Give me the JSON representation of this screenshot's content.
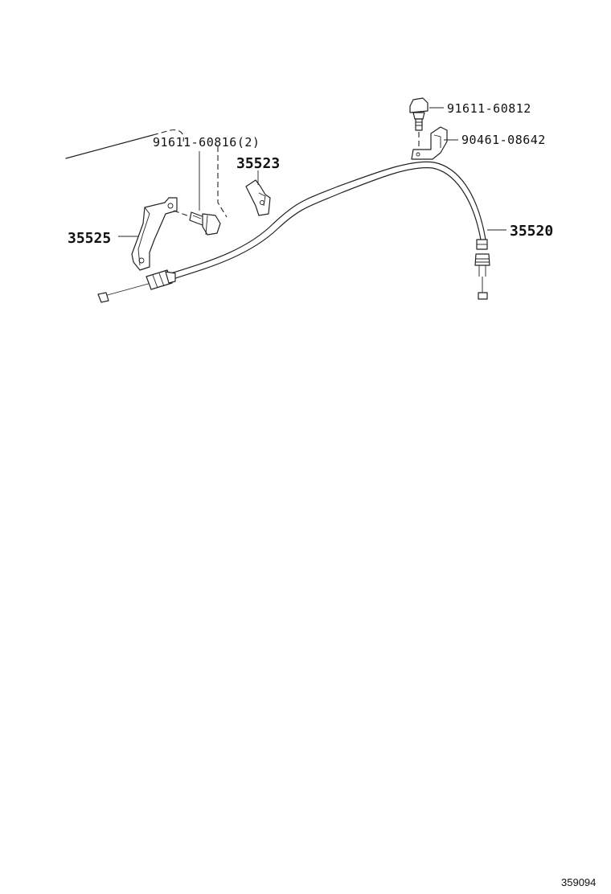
{
  "callouts": [
    {
      "id": "bolt_top",
      "part_number": "91611-60812"
    },
    {
      "id": "clamp",
      "part_number": "90461-08642"
    },
    {
      "id": "bolt_pair",
      "part_number": "91611-60816(2)"
    },
    {
      "id": "bracket_small",
      "part_number": "35523"
    },
    {
      "id": "bracket_large",
      "part_number": "35525"
    },
    {
      "id": "cable",
      "part_number": "35520"
    }
  ],
  "diagram_id": "359094"
}
